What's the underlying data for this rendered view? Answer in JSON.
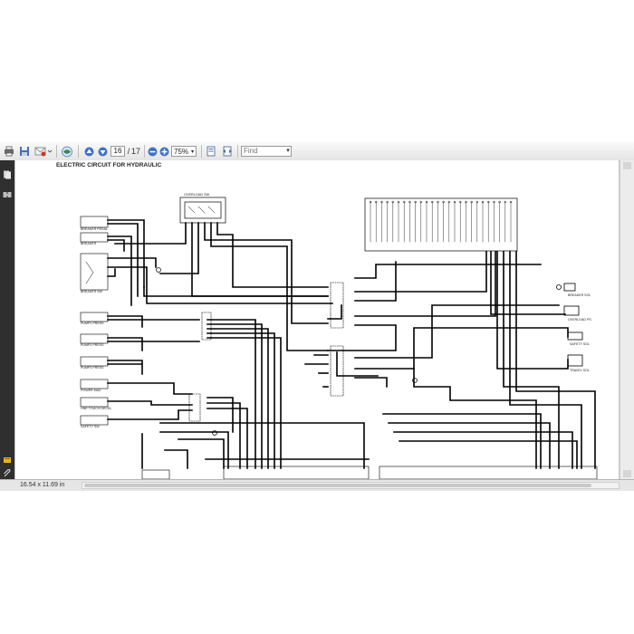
{
  "toolbar": {
    "current_page": "16",
    "page_separator": "/",
    "total_pages": "17",
    "zoom": "75%",
    "find_placeholder": "Find"
  },
  "status": {
    "page_size": "16.54 x 11.69 in"
  },
  "document": {
    "title": "ELECTRIC CIRCUIT FOR HYDRAULIC",
    "labels": {
      "overload_sw": "OVERLOAD SW",
      "breaker_pedal": "BREAKER PEDAL",
      "breaker": "BREAKER",
      "breaker_sw": "BREAKER SW",
      "pump1_press": "PUMP1 PRESS",
      "pump2_press": "PUMP2 PRESS",
      "pump3_press": "PUMP3 PRESS",
      "power_max": "POWER MAX",
      "one_touch_decel": "ONE TOUCH DECEL",
      "safety_sw": "SAFETY SW",
      "breaker_sol": "BREAKER SOL",
      "overload_ps": "OVERLOAD PS",
      "safety_sol": "SAFETY SOL",
      "travel_sol": "TRAVEL SOL"
    }
  },
  "colors": {
    "sidebar": "#2f2f2f",
    "toolbar": "#ececec",
    "viewer_bg": "#c8c8c8",
    "wire": "#000000"
  },
  "icons": [
    "print-icon",
    "save-icon",
    "email-icon",
    "collaborate-icon",
    "previous-page-icon",
    "next-page-icon",
    "zoom-out-icon",
    "zoom-in-icon",
    "fit-page-icon",
    "fit-width-icon",
    "find-dropdown-icon",
    "pages-panel-icon",
    "attachments-icon",
    "bookmark-icon",
    "attach-icon"
  ]
}
